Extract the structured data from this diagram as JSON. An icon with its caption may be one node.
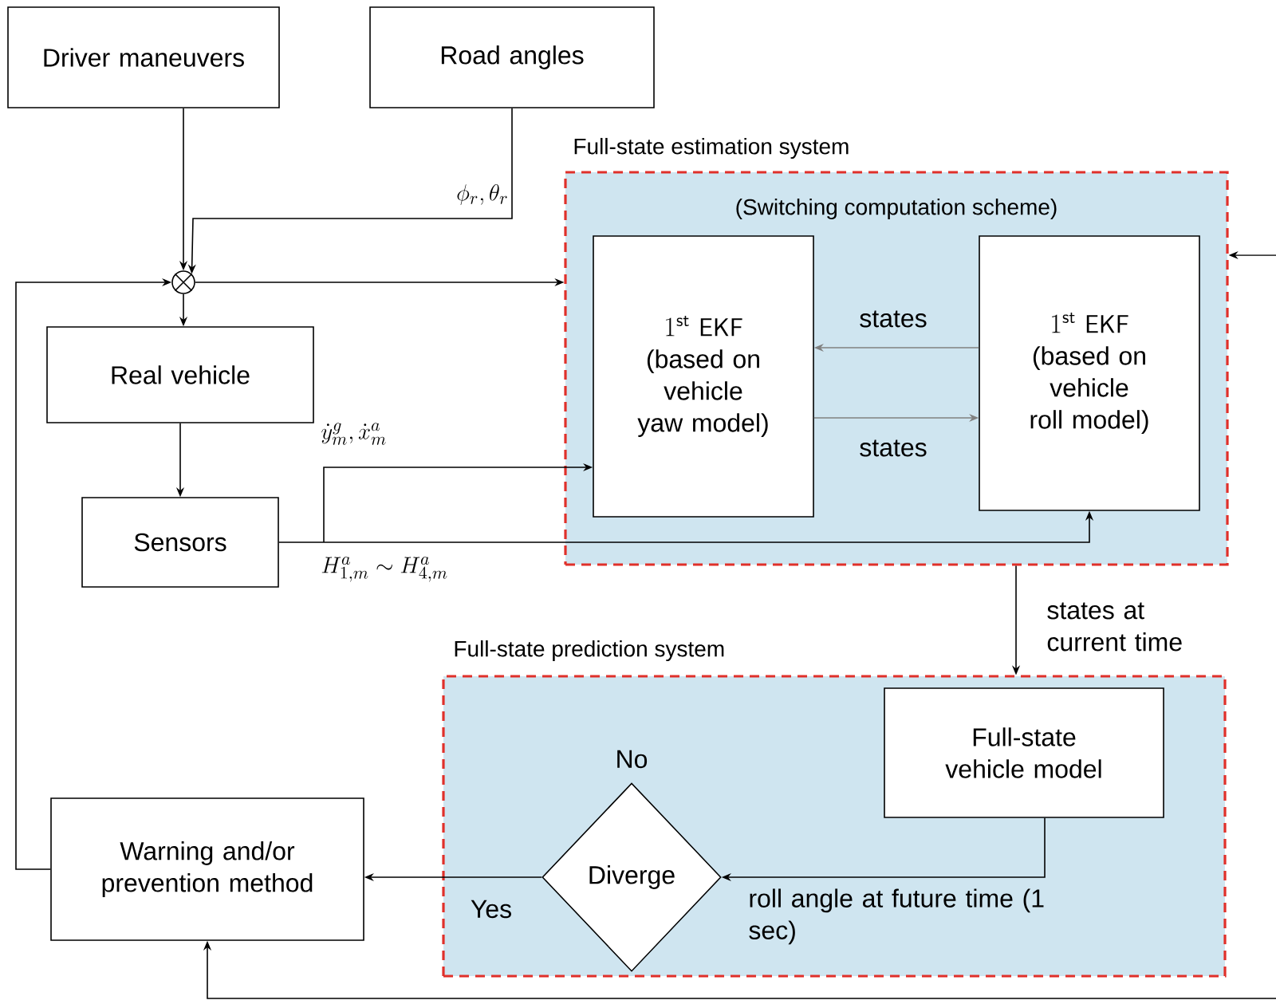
{
  "diagram": {
    "nodes": [
      {
        "text": [
          "Driver maneuvers"
        ]
      },
      {
        "text": [
          "Road angles"
        ]
      },
      {
        "text": [],
        "shape": "circle"
      },
      {
        "text": [
          "Real vehicle"
        ]
      },
      {
        "text": [
          "Sensors"
        ]
      },
      {
        "text": [
          "Full-state estimation system",
          "(Switching computation scheme)"
        ]
      },
      {
        "text": [
          "1^{\\mathsf{st}}\\ \\mathsf{EKF}",
          "(based on vehicle yaw model)"
        ],
        "in": 5
      },
      {
        "text": [
          "1^{\\mathsf{st}}\\ \\mathsf{EKF}",
          "(based on vehicle roll model)"
        ],
        "in": 5
      },
      {
        "text": [
          "Full-state prediction system"
        ]
      },
      {
        "text": [
          "Full-state vehicle model"
        ],
        "in": 8
      },
      {
        "text": [
          "Diverge"
        ],
        "in": 8,
        "beside": [
          "No"
        ]
      },
      {
        "text": [
          "Warning and/or prevention method"
        ]
      }
    ],
    "edges": [
      {
        "from": 0,
        "to": 2,
        "arrow": "to"
      },
      {
        "from": 1,
        "to": 2,
        "arrow": "to",
        "label": "\\phi_r, \\theta_r"
      },
      {
        "from": 2,
        "to": 3,
        "arrow": "to"
      },
      {
        "from": 11,
        "to": 2,
        "arrow": "to"
      },
      {
        "from": 2,
        "to": 5,
        "arrow": "to"
      },
      {
        "from": 3,
        "to": 4,
        "arrow": "to"
      },
      {
        "from": 4,
        "to": 6,
        "arrow": "to",
        "label": "\\dot{y}_m^g, \\dot{x}_m^a"
      },
      {
        "from": 4,
        "to": 7,
        "arrow": "to",
        "label": "H_{1,m}^a \\sim H_{4,m}^a"
      },
      {
        "from": 7,
        "to": 6,
        "arrow": "to",
        "label": "states",
        "color": "#808080"
      },
      {
        "from": 6,
        "to": 7,
        "arrow": "to",
        "label": "states",
        "color": "#808080"
      },
      {
        "from": null,
        "to": 5,
        "arrow": "to"
      },
      {
        "from": 5,
        "to": 8,
        "arrow": "to",
        "label": "states at current time"
      },
      {
        "from": 9,
        "to": 10,
        "arrow": "to",
        "label": "roll angle at future time (1 sec)"
      },
      {
        "from": 10,
        "to": 11,
        "arrow": "to",
        "label": "Yes"
      },
      {
        "from": null,
        "to": 11,
        "arrow": "to"
      }
    ]
  }
}
